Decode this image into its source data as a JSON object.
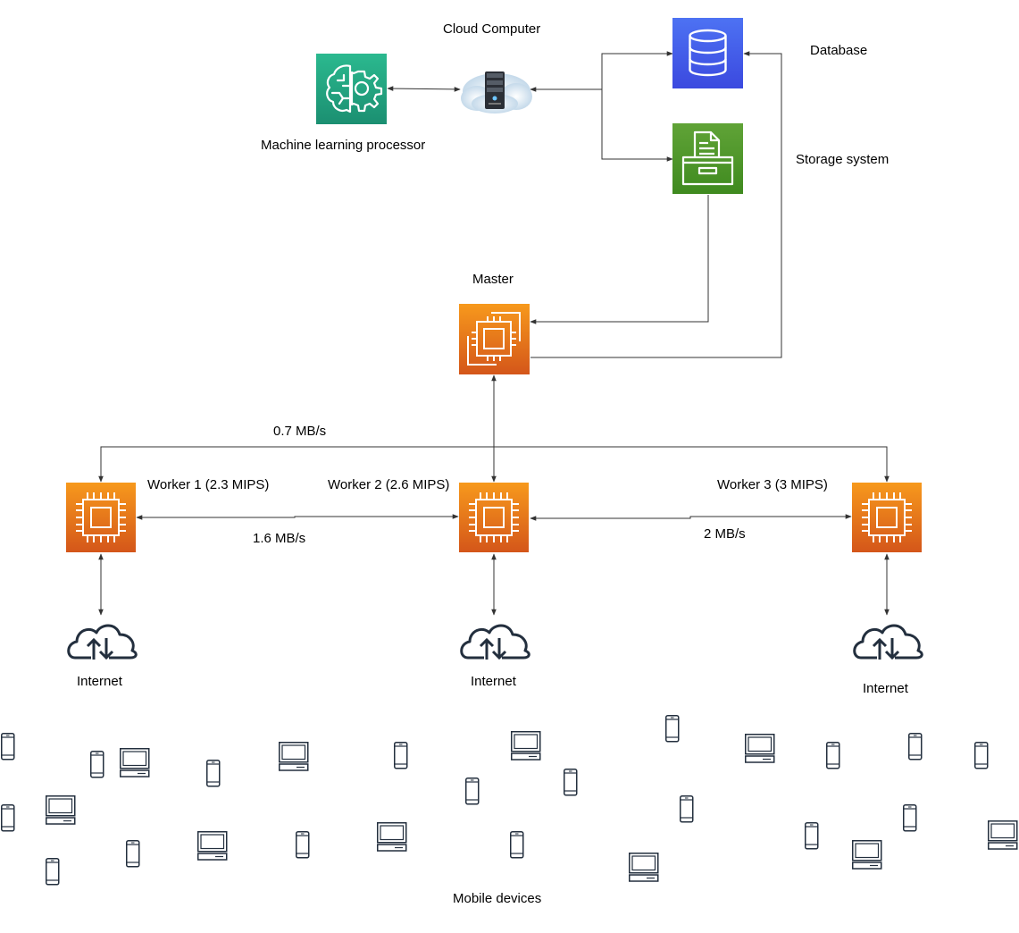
{
  "labels": {
    "cloud_computer": "Cloud Computer",
    "database": "Database",
    "ml_processor": "Machine learning  processor",
    "storage_system": "Storage system",
    "master": "Master",
    "bw_master_workers": "0.7 MB/s",
    "worker1": "Worker 1 (2.3 MIPS)",
    "worker2": "Worker 2 (2.6 MIPS)",
    "worker3": "Worker 3  (3 MIPS)",
    "bw_w1_w2": "1.6 MB/s",
    "bw_w2_w3": "2 MB/s",
    "internet1": "Internet",
    "internet2": "Internet",
    "internet3": "Internet",
    "mobile_devices": "Mobile devices"
  },
  "icons": {
    "ml_processor": "brain-gear-icon",
    "cloud_computer": "cloud-server-icon",
    "database": "database-icon",
    "storage_system": "storage-archive-icon",
    "master": "ec2-instances-icon",
    "worker": "processor-chip-icon",
    "internet": "cloud-upload-download-icon",
    "phone": "smartphone-icon",
    "laptop": "laptop-icon"
  },
  "colors": {
    "ml": "#1b9e7b",
    "database": "#3b49df",
    "storage": "#3f8a1f",
    "compute_top": "#f7991c",
    "compute_bottom": "#d4561a",
    "line": "#333333",
    "outline_icon": "#232f3e"
  }
}
